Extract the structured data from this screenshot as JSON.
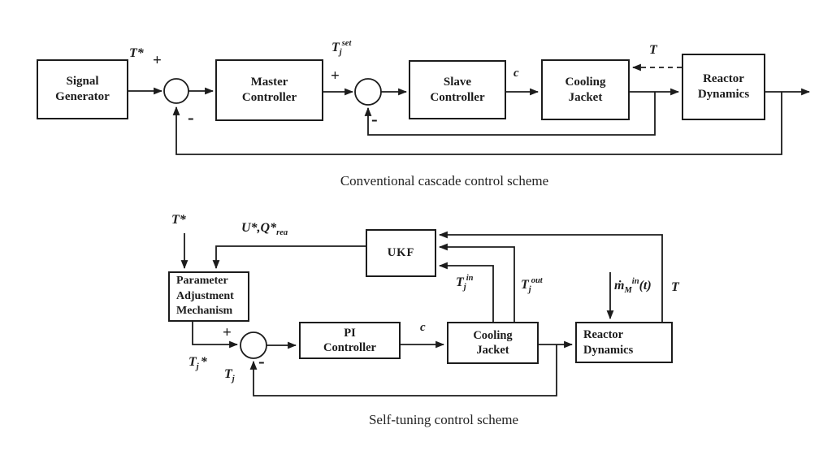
{
  "colors": {
    "ink": "#1c1c1c",
    "background": "#ffffff"
  },
  "top": {
    "caption": "Conventional cascade control scheme",
    "blocks": {
      "signal_generator": [
        "Signal",
        "Generator"
      ],
      "master_controller": [
        "Master",
        "Controller"
      ],
      "slave_controller": [
        "Slave",
        "Controller"
      ],
      "cooling_jacket": [
        "Cooling",
        "Jacket"
      ],
      "reactor_dynamics": [
        "Reactor",
        "Dynamics"
      ]
    },
    "labels": {
      "t_star": "T*",
      "plus_outer": "+",
      "minus_outer": "-",
      "tj_set": {
        "base": "T",
        "sub": "j",
        "sup": "set"
      },
      "plus_inner": "+",
      "minus_inner": "-",
      "c": "c",
      "t_feedback": "T"
    }
  },
  "bottom": {
    "caption": "Self-tuning control scheme",
    "blocks": {
      "ukf": [
        "UKF"
      ],
      "parameter_adjustment": [
        "Parameter",
        "Adjustment",
        "Mechanism"
      ],
      "pi_controller": [
        "PI",
        "Controller"
      ],
      "cooling_jacket": [
        "Cooling",
        "Jacket"
      ],
      "reactor_dynamics": [
        "Reactor",
        "Dynamics"
      ]
    },
    "labels": {
      "t_star": "T*",
      "u_q": {
        "base": "U*,Q*",
        "sub": "rea"
      },
      "tj_in": {
        "base": "T",
        "sub": "j",
        "sup": "in"
      },
      "tj_out": {
        "base": "T",
        "sub": "j",
        "sup": "out"
      },
      "m_dot": {
        "base": "ṁ",
        "sub": "M",
        "sup": "in",
        "rest": "(t)"
      },
      "t_out": "T",
      "plus": "+",
      "minus": "-",
      "tj_star": {
        "base": "T",
        "sub": "j",
        "rest": "*"
      },
      "tj": {
        "base": "T",
        "sub": "j"
      },
      "c": "c"
    }
  }
}
